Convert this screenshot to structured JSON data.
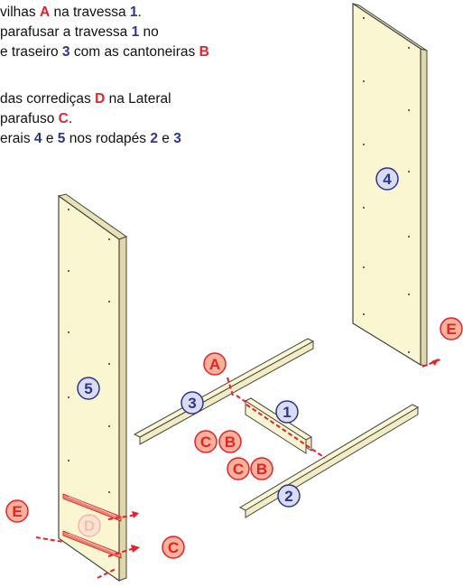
{
  "instructions": [
    [
      {
        "t": "vilhas "
      },
      {
        "t": "A",
        "c": "r"
      },
      {
        "t": " na travessa "
      },
      {
        "t": "1",
        "c": "b"
      },
      {
        "t": "."
      }
    ],
    [
      {
        "t": "parafusar a travessa "
      },
      {
        "t": "1",
        "c": "b"
      },
      {
        "t": " no"
      }
    ],
    [
      {
        "t": "e traseiro "
      },
      {
        "t": "3",
        "c": "b"
      },
      {
        "t": " com as cantoneiras "
      },
      {
        "t": "B",
        "c": "r"
      }
    ],
    [
      {
        "t": " das corrediças "
      },
      {
        "t": "D",
        "c": "r"
      },
      {
        "t": " na Lateral"
      }
    ],
    [
      {
        "t": " parafuso "
      },
      {
        "t": "C",
        "c": "r"
      },
      {
        "t": "."
      }
    ],
    [
      {
        "t": "erais "
      },
      {
        "t": "4",
        "c": "b"
      },
      {
        "t": " e "
      },
      {
        "t": "5",
        "c": "b"
      },
      {
        "t": " nos rodapés "
      },
      {
        "t": "2",
        "c": "b"
      },
      {
        "t": " e "
      },
      {
        "t": "3",
        "c": "b"
      }
    ]
  ],
  "labels": {
    "part_4": "4",
    "part_5": "5",
    "part_1": "1",
    "part_2": "2",
    "part_3": "3",
    "hw_A": "A",
    "hw_B_1": "B",
    "hw_B_2": "B",
    "hw_C_1": "C",
    "hw_C_2": "C",
    "hw_C_3": "C",
    "hw_D": "D",
    "hw_E_1": "E",
    "hw_E_2": "E"
  },
  "colors": {
    "panel_fill": "#fbf6d2",
    "panel_stroke": "#444444",
    "red": "#e8202a",
    "blue": "#2a3690",
    "badge_red_fill": "#f6b39a",
    "badge_blue_fill": "#d9dcf2"
  }
}
